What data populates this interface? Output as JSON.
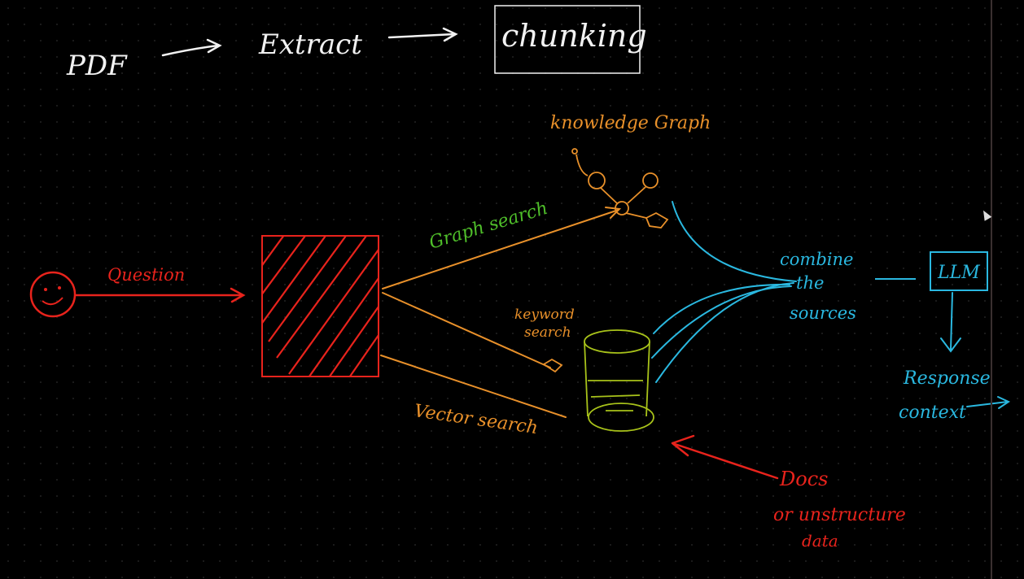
{
  "colors": {
    "background": "#000000",
    "white": "#f2f2f2",
    "red": "#e8231c",
    "orange": "#e8902a",
    "green": "#4fbf2a",
    "yellow_green": "#a8c21a",
    "cyan": "#2ab8e0"
  },
  "top_row": {
    "pdf": "PDF",
    "extract": "Extract",
    "chunking": "chunking"
  },
  "user": {
    "icon": "smiley-face-icon",
    "question": "Question"
  },
  "search_branches": {
    "graph": "Graph search",
    "keyword_line1": "keyword",
    "keyword_line2": "search",
    "vector": "Vector search"
  },
  "knowledge_graph": {
    "label": "knowledge Graph"
  },
  "combine": {
    "line1": "combine",
    "line2": "the",
    "line3": "sources"
  },
  "llm": {
    "label": "LLM"
  },
  "response": {
    "line1": "Response",
    "line2": "context"
  },
  "docs_note": {
    "line1": "Docs",
    "line2": "or unstructure",
    "line3": "data"
  }
}
